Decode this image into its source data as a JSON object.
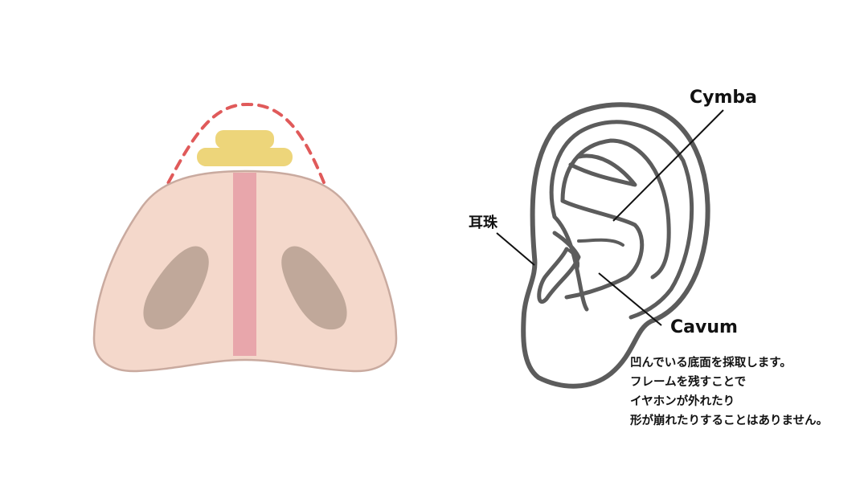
{
  "labels": {
    "cymba": "Cymba",
    "tragus": "耳珠",
    "cavum": "Cavum"
  },
  "note": [
    "凹んでいる底面を採取します。",
    "フレームを残すことで",
    "イヤホンが外れたり",
    "形が崩れたりすることはありません。"
  ],
  "colors": {
    "skin": "#f4d8cb",
    "skin_outline": "#c9aa9f",
    "nostril": "#c0a89a",
    "septum_bar": "#e8a6ab",
    "graft": "#edd57a",
    "dashed_outline": "#e05a5a",
    "ear_line": "#5c5c5c"
  }
}
